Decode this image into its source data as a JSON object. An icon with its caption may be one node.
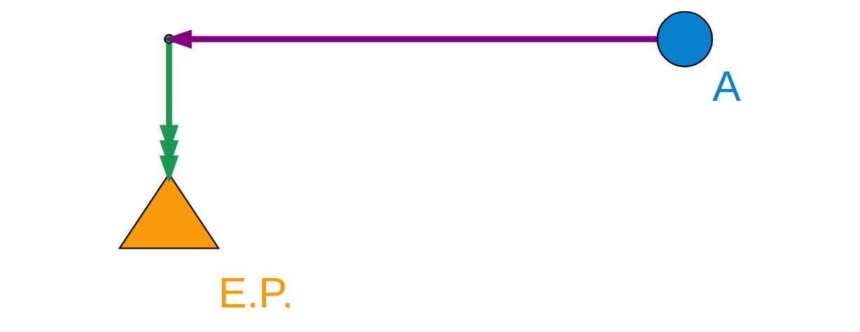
{
  "diagram": {
    "nodes": [
      {
        "text": [],
        "shape": "triangle",
        "beside": [
          "E.P."
        ]
      },
      {
        "text": [],
        "shape": "point"
      },
      {
        "text": [],
        "shape": "circle",
        "beside": [
          "A"
        ]
      }
    ],
    "edges": [
      {
        "from": 2,
        "to": 1,
        "arrow": "to",
        "color": "#800080"
      },
      {
        "from": 1,
        "to": 0,
        "arrow": "to",
        "color": "#1a9850"
      }
    ]
  }
}
